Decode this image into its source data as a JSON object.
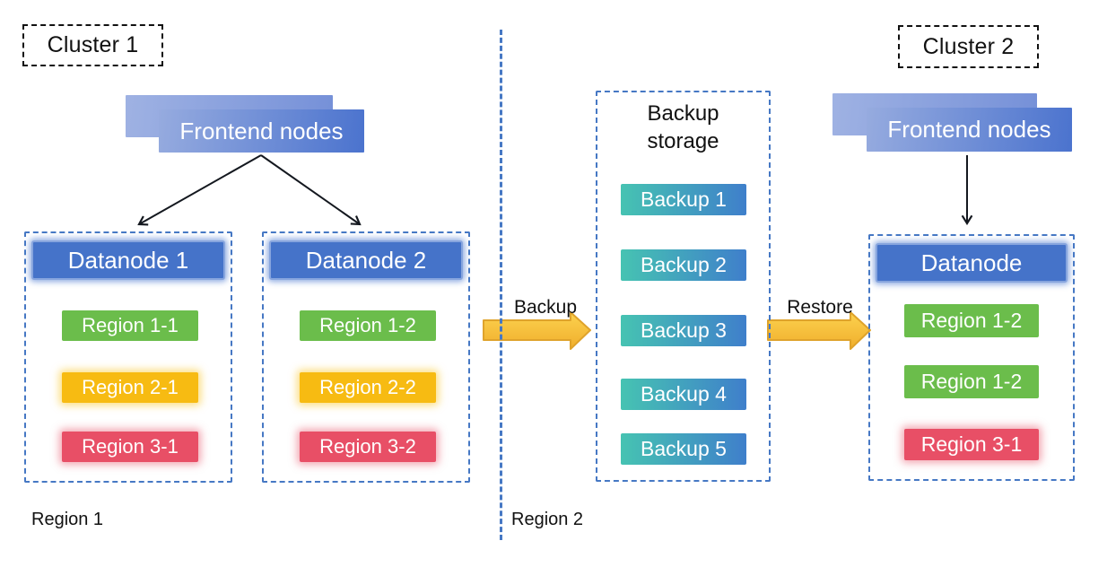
{
  "diagram": {
    "cluster1": {
      "label": "Cluster 1",
      "frontend_label": "Frontend nodes",
      "datanode1": {
        "title": "Datanode 1",
        "regions": [
          {
            "label": "Region 1-1",
            "color": "green"
          },
          {
            "label": "Region 2-1",
            "color": "yellow"
          },
          {
            "label": "Region 3-1",
            "color": "red"
          }
        ]
      },
      "datanode2": {
        "title": "Datanode 2",
        "regions": [
          {
            "label": "Region 1-2",
            "color": "green"
          },
          {
            "label": "Region 2-2",
            "color": "yellow"
          },
          {
            "label": "Region 3-2",
            "color": "red"
          }
        ]
      }
    },
    "backup_storage": {
      "title": "Backup storage",
      "items": [
        "Backup 1",
        "Backup 2",
        "Backup 3",
        "Backup 4",
        "Backup 5"
      ]
    },
    "cluster2": {
      "label": "Cluster 2",
      "frontend_label": "Frontend nodes",
      "datanode": {
        "title": "Datanode",
        "regions": [
          {
            "label": "Region 1-2",
            "color": "green"
          },
          {
            "label": "Region 1-2",
            "color": "green"
          },
          {
            "label": "Region 3-1",
            "color": "red"
          }
        ]
      }
    },
    "arrows": {
      "backup_label": "Backup",
      "restore_label": "Restore"
    },
    "footers": {
      "region1": "Region 1",
      "region2": "Region 2"
    },
    "colors": {
      "region_green": "#6BBD4B",
      "region_yellow": "#F7BB12",
      "region_red": "#E84F66",
      "node_blue": "#4573C9",
      "node_border_blue": "#87A5DE",
      "backup_teal": "#46C3B2",
      "backup_blue": "#3F7FCB",
      "frontend_light": "#9FB2E3",
      "frontend_back_dark": "#7590D8",
      "frontend_mid": "#96ABDF",
      "frontend_dark": "#4B73CE",
      "arrow_yellow_light": "#FCD24F",
      "arrow_yellow_dark": "#F0AE2C",
      "arrow_outline": "#DFA32B",
      "dashed_blue": "#4678C4",
      "line_dark": "#14181F",
      "text_black": "#111111"
    }
  }
}
